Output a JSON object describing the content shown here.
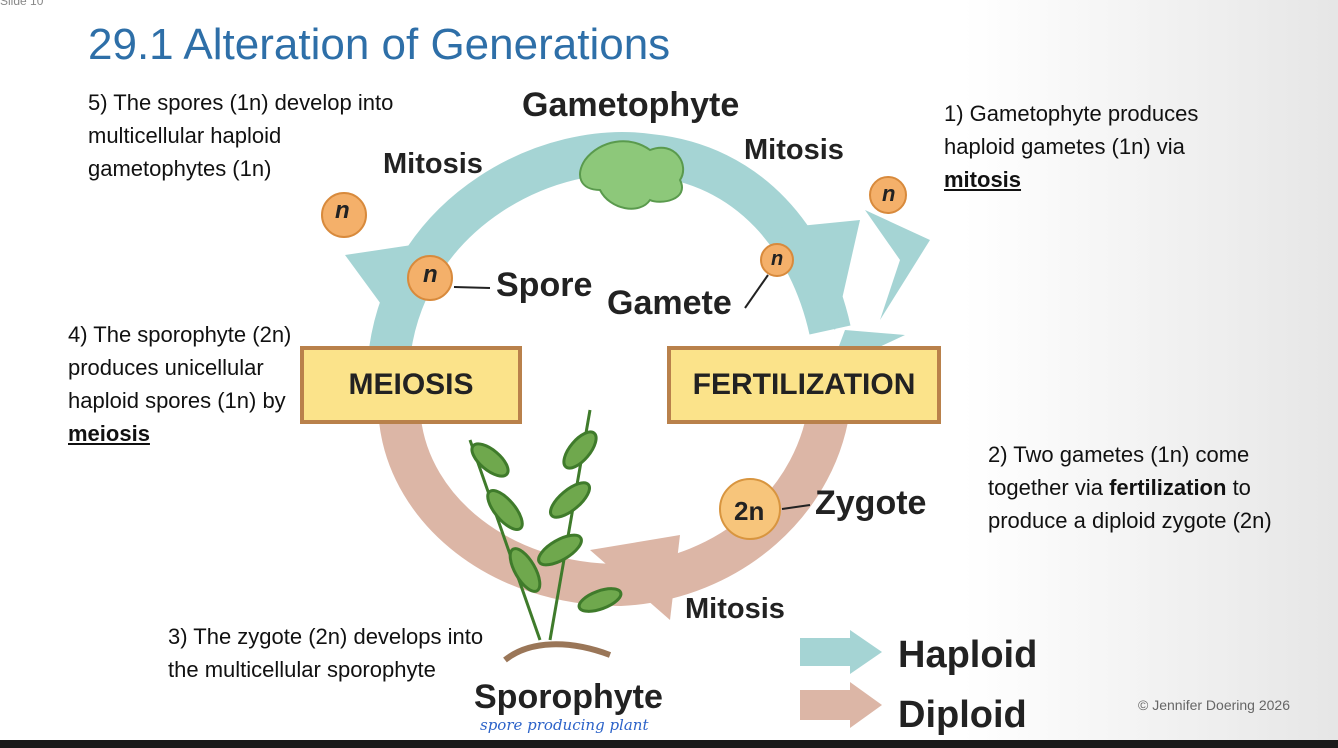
{
  "slide_tag": "Slide 10",
  "title": "29.1 Alteration of Generations",
  "notes": {
    "step5": "5) The spores (1n) develop into multicellular haploid gametophytes (1n)",
    "step1_prefix": "1) Gametophyte produces haploid gametes (1n) via",
    "step1_keyword": "mitosis",
    "step4_prefix": "4) The sporophyte (2n) produces unicellular haploid spores (1n) by",
    "step4_keyword": "meiosis",
    "step2_prefix": "2) Two gametes (1n) come together via",
    "step2_keyword": "fertilization",
    "step2_suffix": "to produce a diploid zygote (2n)",
    "step3": "3) The zygote (2n) develops into the multicellular sporophyte"
  },
  "diagram": {
    "gametophyte": "Gametophyte",
    "mitosis_left": "Mitosis",
    "mitosis_right": "Mitosis",
    "mitosis_bottom": "Mitosis",
    "spore": "Spore",
    "gamete": "Gamete",
    "meiosis": "MEIOSIS",
    "fertilization": "FERTILIZATION",
    "zygote": "Zygote",
    "sporophyte": "Sporophyte",
    "sporophyte_note": "spore producing plant",
    "haploid_symbol": "n",
    "diploid_symbol": "2n"
  },
  "legend": {
    "haploid": "Haploid",
    "diploid": "Diploid",
    "haploid_color": "#9fd0d0",
    "diploid_color": "#dcb6a6"
  },
  "copyright": "© Jennifer Doering 2026"
}
